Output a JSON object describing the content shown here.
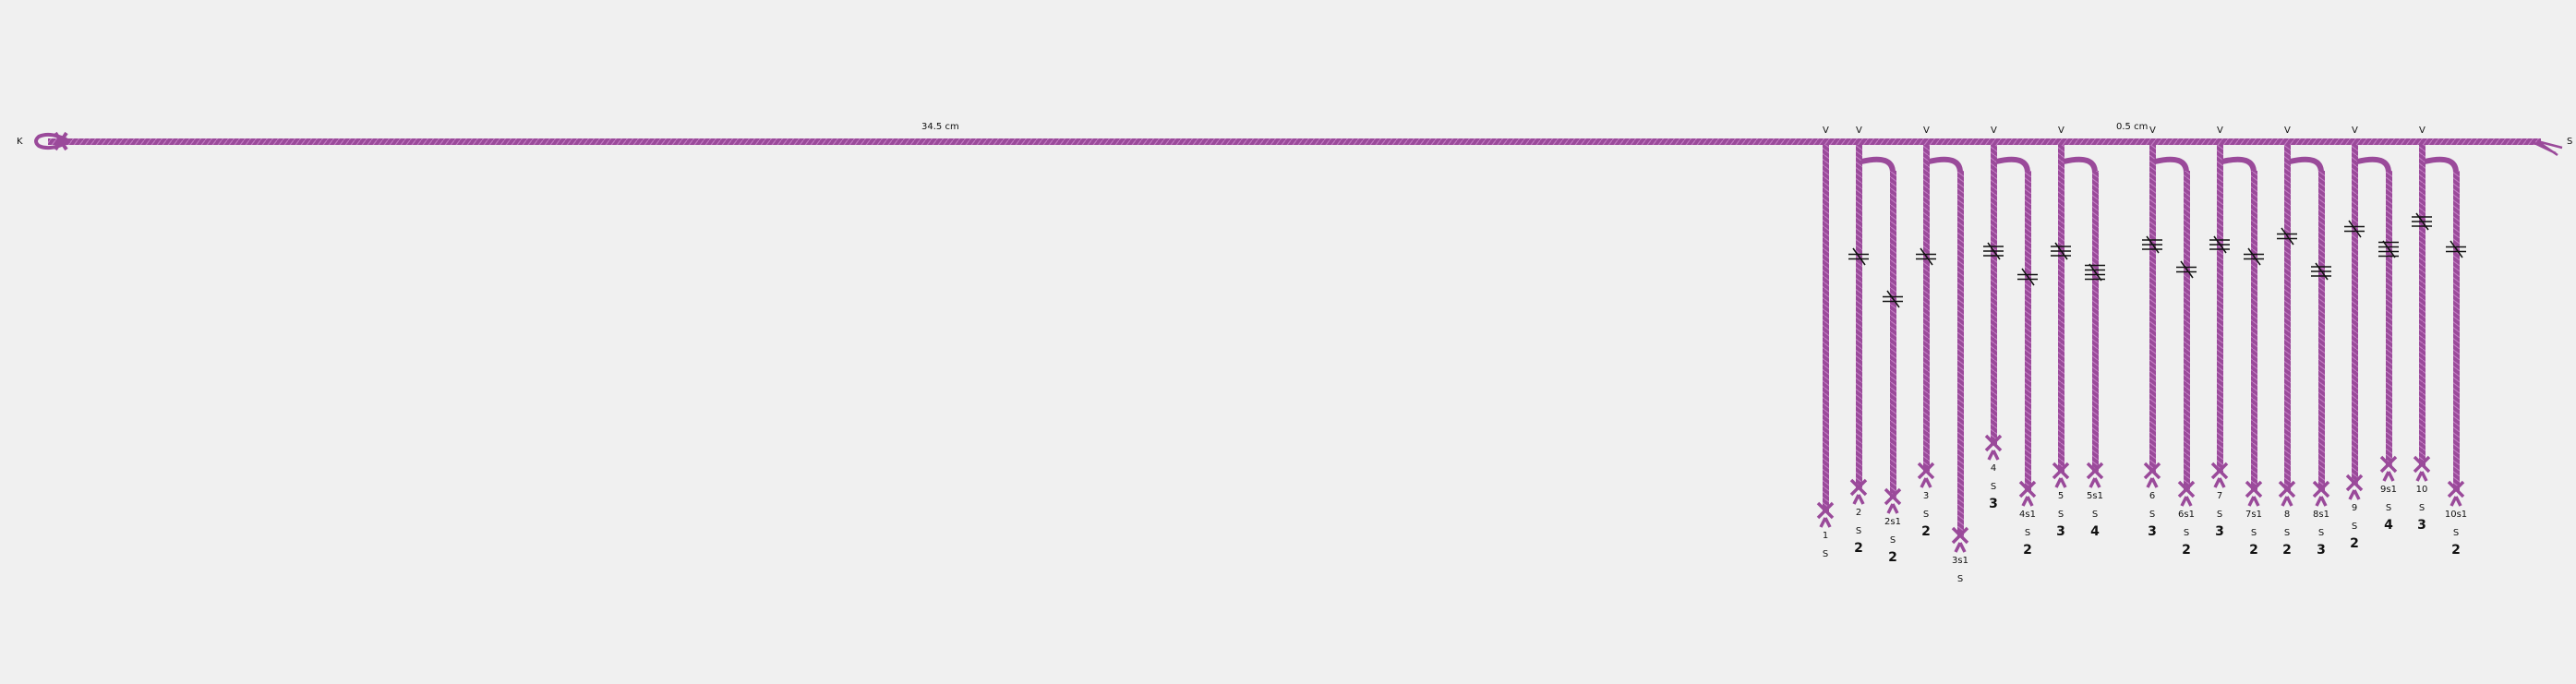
{
  "diagram": {
    "primary_left_label": "K",
    "primary_right_label": "S",
    "measure_left": "34.5 cm",
    "measure_right": "0.5 cm",
    "cord_color": "#9a4a9a",
    "knot_mark_color": "#111111",
    "attach_mark": "V",
    "pendants": [
      {
        "label": "1",
        "ply": "S",
        "value": "",
        "attach_v": true,
        "knots": 0
      },
      {
        "label": "2",
        "ply": "S",
        "value": "2",
        "attach_v": true,
        "knots": 2
      },
      {
        "label": "2s1",
        "ply": "S",
        "value": "2",
        "attach_v": false,
        "knots": 2
      },
      {
        "label": "3",
        "ply": "S",
        "value": "2",
        "attach_v": true,
        "knots": 2
      },
      {
        "label": "3s1",
        "ply": "S",
        "value": "",
        "attach_v": false,
        "knots": 0
      },
      {
        "label": "4",
        "ply": "S",
        "value": "3",
        "attach_v": true,
        "knots": 3
      },
      {
        "label": "4s1",
        "ply": "S",
        "value": "2",
        "attach_v": false,
        "knots": 2
      },
      {
        "label": "5",
        "ply": "S",
        "value": "3",
        "attach_v": true,
        "knots": 3
      },
      {
        "label": "5s1",
        "ply": "S",
        "value": "4",
        "attach_v": false,
        "knots": 4
      },
      {
        "label": "6",
        "ply": "S",
        "value": "3",
        "attach_v": true,
        "knots": 3
      },
      {
        "label": "6s1",
        "ply": "S",
        "value": "2",
        "attach_v": false,
        "knots": 2
      },
      {
        "label": "7",
        "ply": "S",
        "value": "3",
        "attach_v": true,
        "knots": 3
      },
      {
        "label": "7s1",
        "ply": "S",
        "value": "2",
        "attach_v": false,
        "knots": 2
      },
      {
        "label": "8",
        "ply": "S",
        "value": "2",
        "attach_v": true,
        "knots": 2
      },
      {
        "label": "8s1",
        "ply": "S",
        "value": "3",
        "attach_v": false,
        "knots": 3
      },
      {
        "label": "9",
        "ply": "S",
        "value": "2",
        "attach_v": true,
        "knots": 2
      },
      {
        "label": "9s1",
        "ply": "S",
        "value": "4",
        "attach_v": false,
        "knots": 4
      },
      {
        "label": "10",
        "ply": "S",
        "value": "3",
        "attach_v": true,
        "knots": 3
      },
      {
        "label": "10s1",
        "ply": "S",
        "value": "2",
        "attach_v": false,
        "knots": 2
      }
    ]
  }
}
